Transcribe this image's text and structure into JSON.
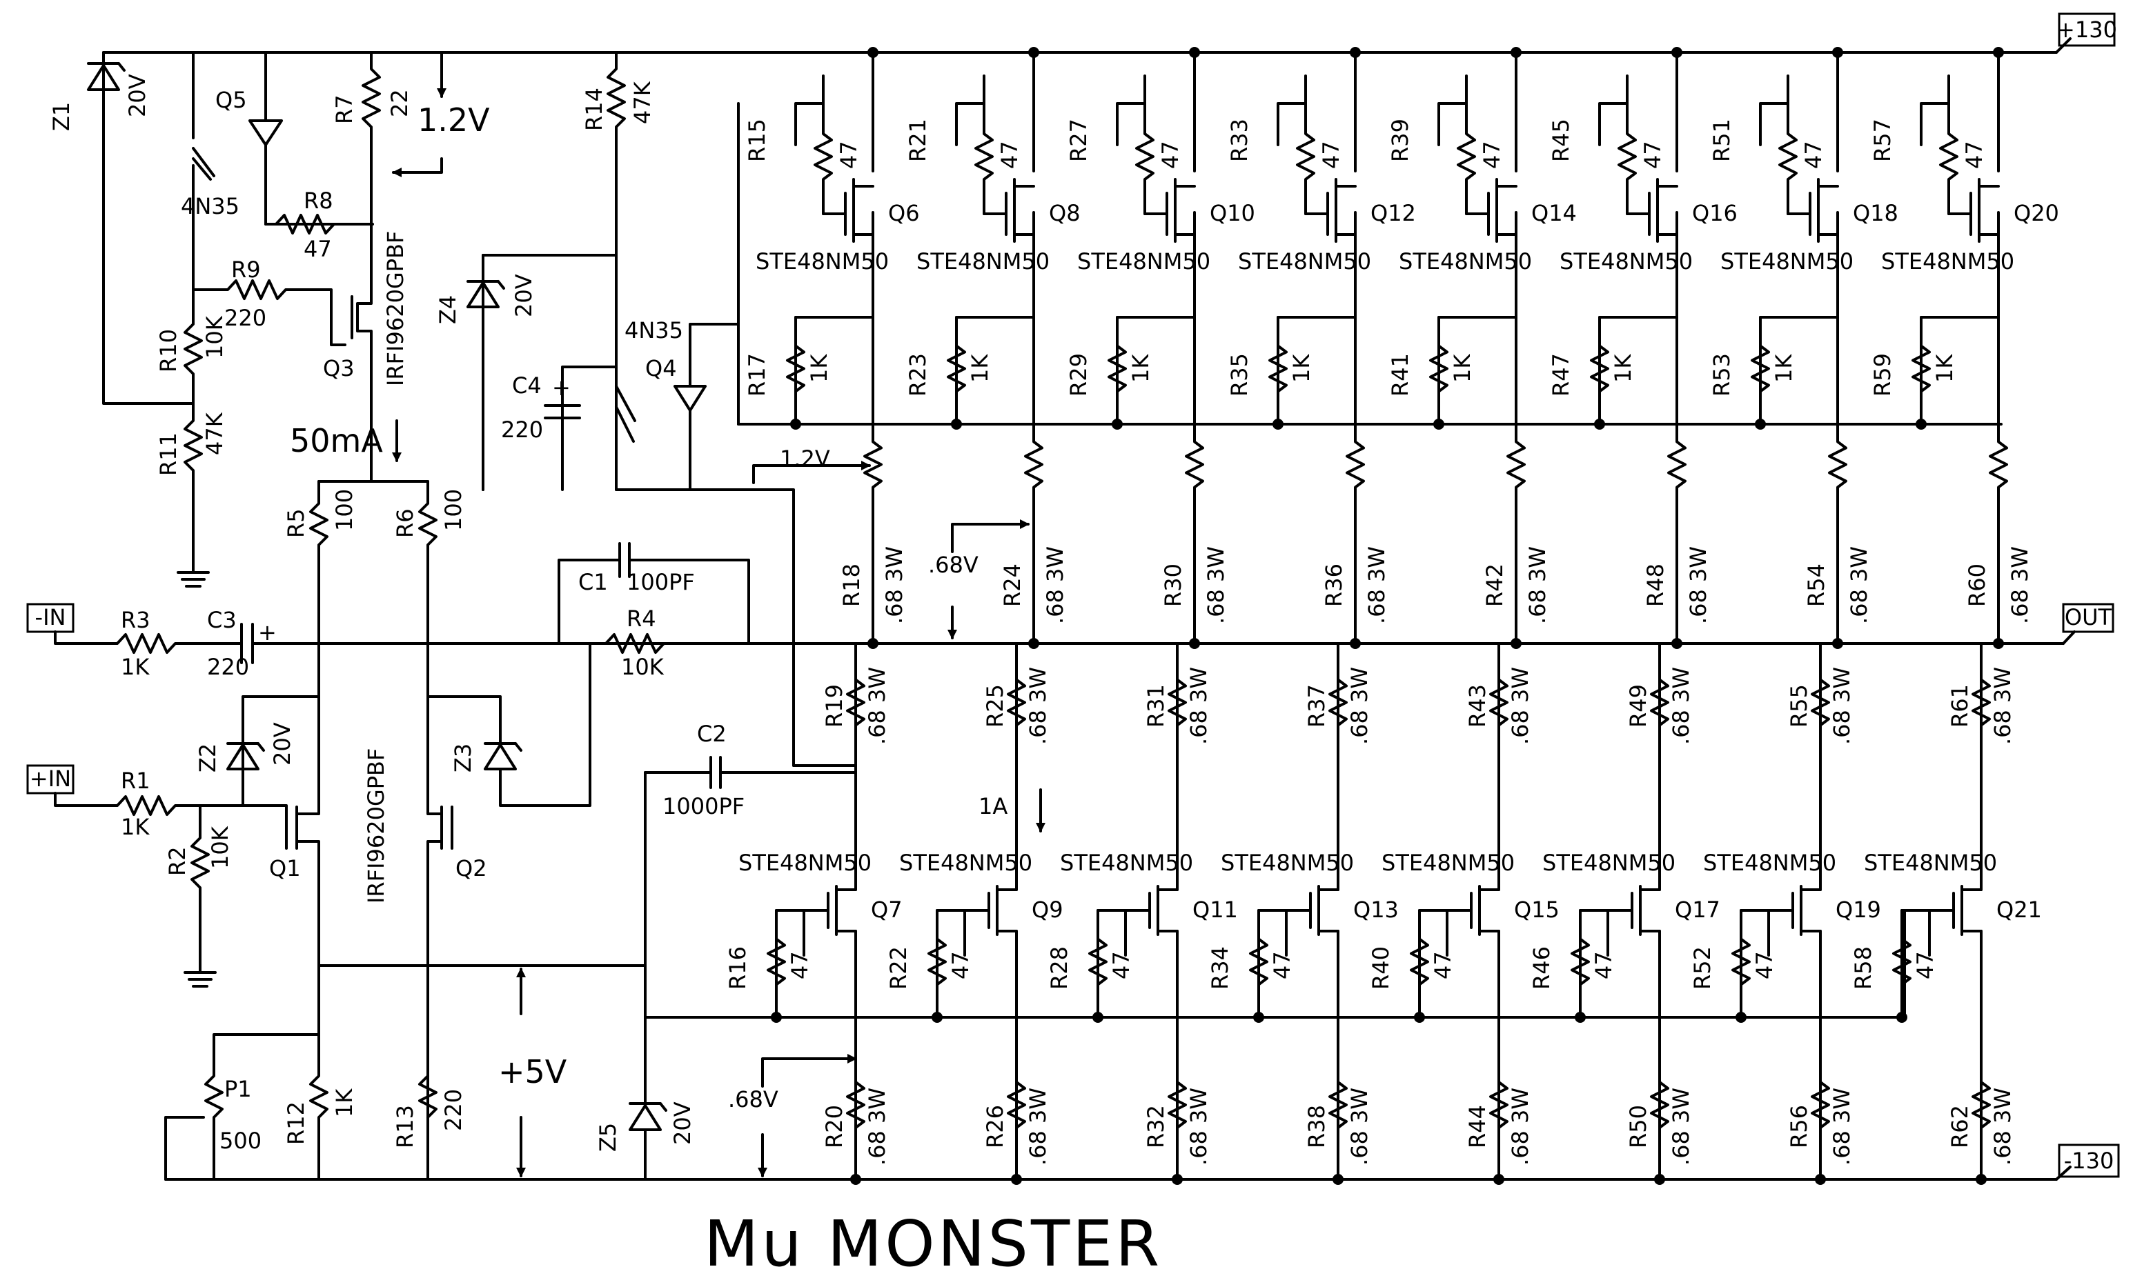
{
  "title": "Mu MONSTER",
  "ports": {
    "vplus": "+130",
    "vminus": "-130",
    "in_neg": "-IN",
    "in_pos": "+IN",
    "out": "OUT"
  },
  "input": {
    "z1": {
      "ref": "Z1",
      "val": "20V"
    },
    "q5": {
      "ref": "Q5",
      "val": "4N35"
    },
    "r7": {
      "ref": "R7",
      "val": "22"
    },
    "v_q5": "1.2V",
    "r8": {
      "ref": "R8",
      "val": "47"
    },
    "r9": {
      "ref": "R9",
      "val": "220"
    },
    "r10": {
      "ref": "R10",
      "val": "10K"
    },
    "r11": {
      "ref": "R11",
      "val": "47K"
    },
    "q3": {
      "ref": "Q3",
      "val": "IRFI9620GPBF"
    },
    "i_tail": "50mA",
    "r5": {
      "ref": "R5",
      "val": "100"
    },
    "r6": {
      "ref": "R6",
      "val": "100"
    },
    "r3": {
      "ref": "R3",
      "val": "1K"
    },
    "c3": {
      "ref": "C3",
      "val": "220"
    },
    "c1": {
      "ref": "C1",
      "val": "100PF"
    },
    "r4": {
      "ref": "R4",
      "val": "10K"
    },
    "r1": {
      "ref": "R1",
      "val": "1K"
    },
    "r2": {
      "ref": "R2",
      "val": "10K"
    },
    "z2": {
      "ref": "Z2",
      "val": "20V"
    },
    "z3": {
      "ref": "Z3",
      "val": ""
    },
    "q1": {
      "ref": "Q1",
      "val": "IRFI9620GPBF"
    },
    "q2": {
      "ref": "Q2"
    },
    "c2": {
      "ref": "C2",
      "val": "1000PF"
    },
    "p1": {
      "ref": "P1",
      "val": "500"
    },
    "r12": {
      "ref": "R12",
      "val": "1K"
    },
    "r13": {
      "ref": "R13",
      "val": "220"
    },
    "v_ref": "+5V",
    "z5": {
      "ref": "Z5",
      "val": "20V"
    },
    "r14": {
      "ref": "R14",
      "val": "47K"
    },
    "z4": {
      "ref": "Z4",
      "val": "20V"
    },
    "c4": {
      "ref": "C4",
      "val": "220"
    },
    "q4": {
      "ref": "Q4",
      "val": "4N35"
    },
    "v_bias": "1.2V",
    "v_top": ".68V",
    "v_bot": ".68V",
    "i_out": "1A"
  },
  "mosfet_part": "STE48NM50",
  "upper": [
    {
      "q": "Q6",
      "rg": "R15",
      "rb": "R17",
      "rs": "R18"
    },
    {
      "q": "Q8",
      "rg": "R21",
      "rb": "R23",
      "rs": "R24"
    },
    {
      "q": "Q10",
      "rg": "R27",
      "rb": "R29",
      "rs": "R30"
    },
    {
      "q": "Q12",
      "rg": "R33",
      "rb": "R35",
      "rs": "R36"
    },
    {
      "q": "Q14",
      "rg": "R39",
      "rb": "R41",
      "rs": "R42"
    },
    {
      "q": "Q16",
      "rg": "R45",
      "rb": "R47",
      "rs": "R48"
    },
    {
      "q": "Q18",
      "rg": "R51",
      "rb": "R53",
      "rs": "R54"
    },
    {
      "q": "Q20",
      "rg": "R57",
      "rb": "R59",
      "rs": "R60"
    }
  ],
  "lower": [
    {
      "q": "Q7",
      "rg": "R16",
      "rt": "R19",
      "rs": "R20"
    },
    {
      "q": "Q9",
      "rg": "R22",
      "rt": "R25",
      "rs": "R26"
    },
    {
      "q": "Q11",
      "rg": "R28",
      "rt": "R31",
      "rs": "R32"
    },
    {
      "q": "Q13",
      "rg": "R34",
      "rt": "R37",
      "rs": "R38"
    },
    {
      "q": "Q15",
      "rg": "R40",
      "rt": "R43",
      "rs": "R44"
    },
    {
      "q": "Q17",
      "rg": "R46",
      "rt": "R49",
      "rs": "R50"
    },
    {
      "q": "Q19",
      "rg": "R52",
      "rt": "R55",
      "rs": "R56"
    },
    {
      "q": "Q21",
      "rg": "R58",
      "rt": "R61",
      "rs": "R62"
    }
  ],
  "values": {
    "gate_r": "47",
    "bias_r": "1K",
    "source_r": ".68 3W"
  }
}
